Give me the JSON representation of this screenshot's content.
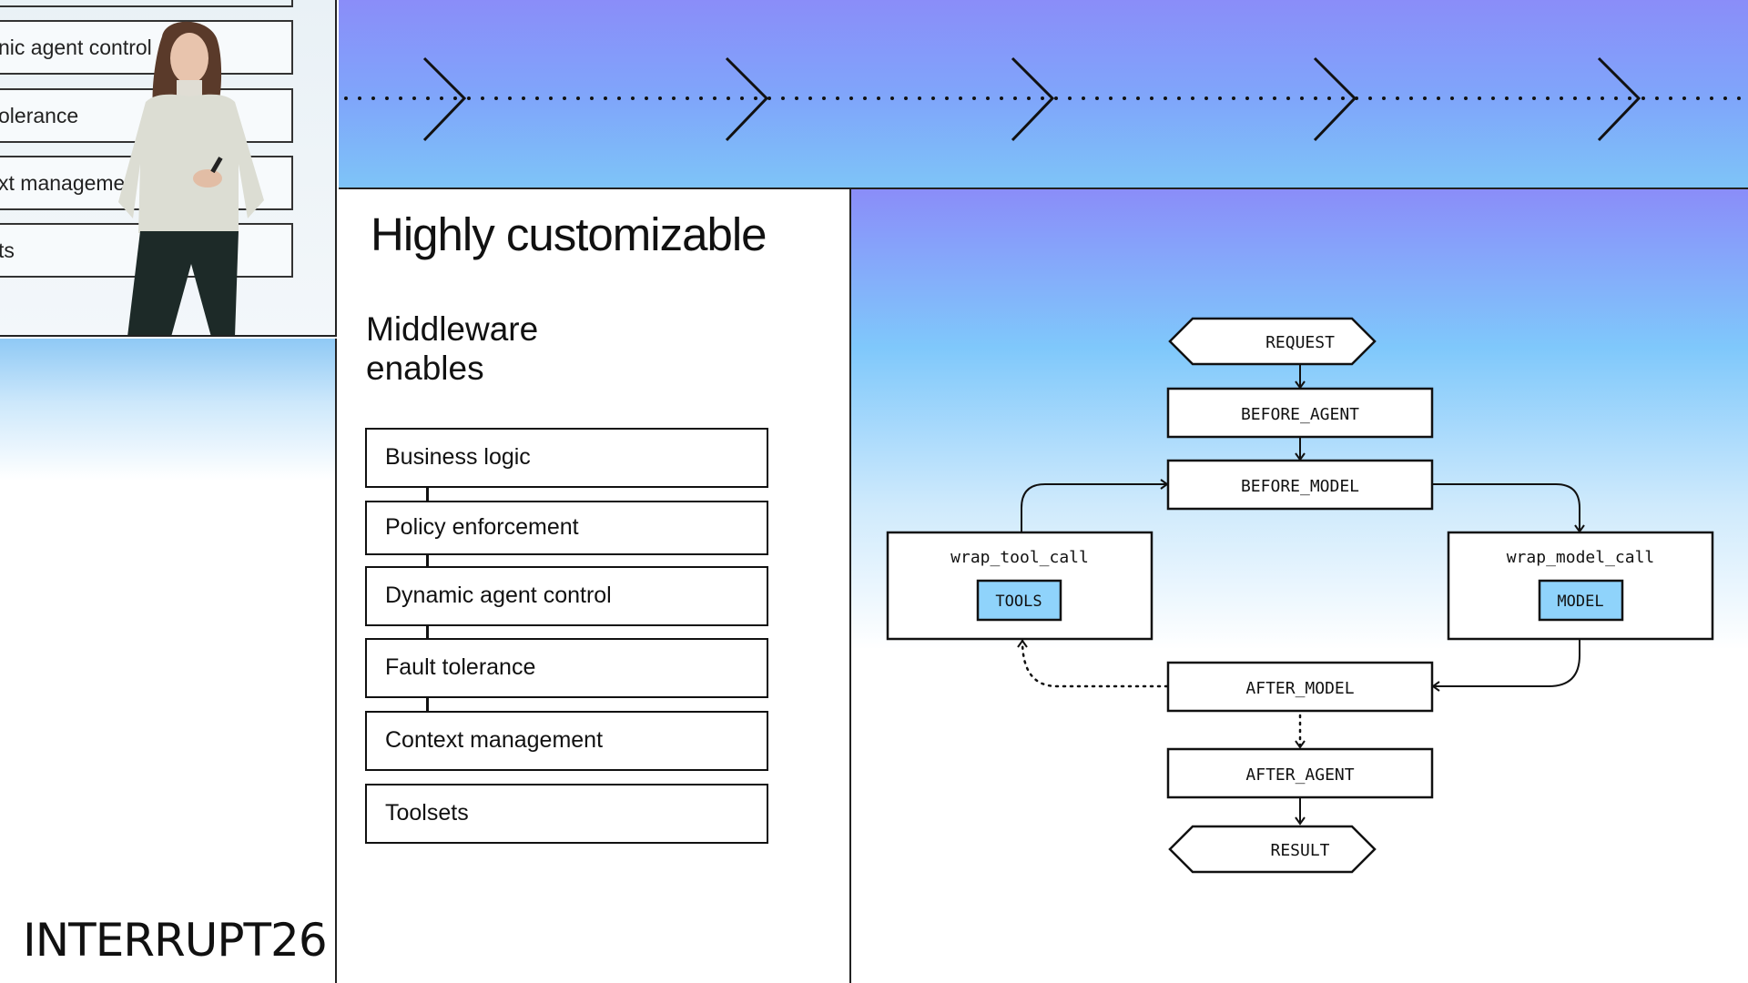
{
  "camera": {
    "inset_items": [
      "nic agent control",
      "olerance",
      "xt manageme",
      "ts"
    ]
  },
  "brand": {
    "name": "INTERRUPT26"
  },
  "slide": {
    "title": "Highly customizable",
    "subtitle": "Middleware\nenables",
    "items": [
      "Business logic",
      "Policy enforcement",
      "Dynamic agent control",
      "Fault tolerance",
      "Context management",
      "Toolsets"
    ]
  },
  "diagram": {
    "request": "REQUEST",
    "before_agent": "BEFORE_AGENT",
    "before_model": "BEFORE_MODEL",
    "wrap_tool_call": "wrap_tool_call",
    "tools": "TOOLS",
    "wrap_model_call": "wrap_model_call",
    "model": "MODEL",
    "after_model": "AFTER_MODEL",
    "after_agent": "AFTER_AGENT",
    "result": "RESULT"
  },
  "colors": {
    "banner_top": "#8a8df9",
    "banner_bottom": "#7ec4f8",
    "badge_fill": "#8fd3fb",
    "ink": "#111111"
  }
}
